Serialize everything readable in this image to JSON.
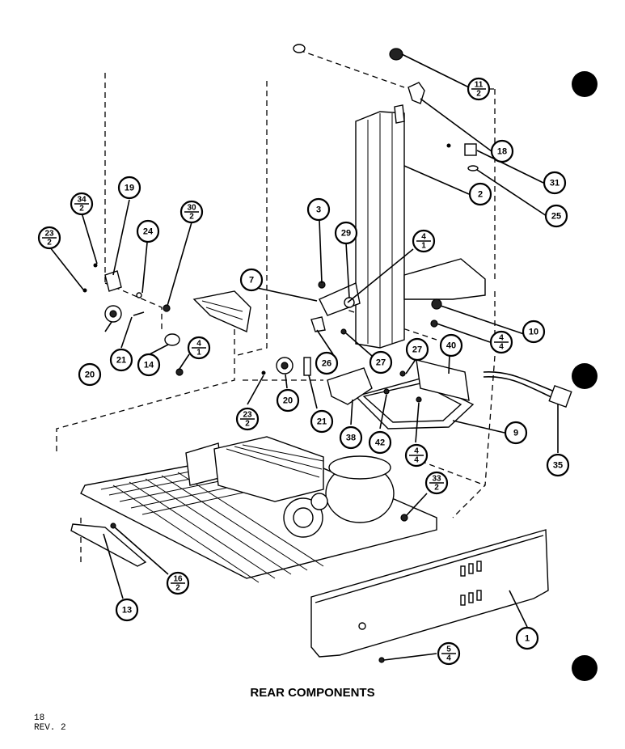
{
  "caption": "REAR COMPONENTS",
  "page_number": "18",
  "revision": "REV. 2",
  "callouts": [
    {
      "id": "c-11-2",
      "type": "frac",
      "top": "11",
      "bottom": "2"
    },
    {
      "id": "c-18",
      "type": "num",
      "label": "18"
    },
    {
      "id": "c-31",
      "type": "num",
      "label": "31"
    },
    {
      "id": "c-25",
      "type": "num",
      "label": "25"
    },
    {
      "id": "c-2",
      "type": "num",
      "label": "2"
    },
    {
      "id": "c-19",
      "type": "num",
      "label": "19"
    },
    {
      "id": "c-34-2",
      "type": "frac",
      "top": "34",
      "bottom": "2"
    },
    {
      "id": "c-30-2",
      "type": "frac",
      "top": "30",
      "bottom": "2"
    },
    {
      "id": "c-23-2a",
      "type": "frac",
      "top": "23",
      "bottom": "2"
    },
    {
      "id": "c-24",
      "type": "num",
      "label": "24"
    },
    {
      "id": "c-3",
      "type": "num",
      "label": "3"
    },
    {
      "id": "c-29",
      "type": "num",
      "label": "29"
    },
    {
      "id": "c-4-1a",
      "type": "frac",
      "top": "4",
      "bottom": "1"
    },
    {
      "id": "c-7",
      "type": "num",
      "label": "7"
    },
    {
      "id": "c-10",
      "type": "num",
      "label": "10"
    },
    {
      "id": "c-4-4a",
      "type": "frac",
      "top": "4",
      "bottom": "4"
    },
    {
      "id": "c-20a",
      "type": "num",
      "label": "20"
    },
    {
      "id": "c-21a",
      "type": "num",
      "label": "21"
    },
    {
      "id": "c-14",
      "type": "num",
      "label": "14"
    },
    {
      "id": "c-4-1b",
      "type": "frac",
      "top": "4",
      "bottom": "1"
    },
    {
      "id": "c-26",
      "type": "num",
      "label": "26"
    },
    {
      "id": "c-27a",
      "type": "num",
      "label": "27"
    },
    {
      "id": "c-27b",
      "type": "num",
      "label": "27"
    },
    {
      "id": "c-40",
      "type": "num",
      "label": "40"
    },
    {
      "id": "c-20b",
      "type": "num",
      "label": "20"
    },
    {
      "id": "c-23-2b",
      "type": "frac",
      "top": "23",
      "bottom": "2"
    },
    {
      "id": "c-21b",
      "type": "num",
      "label": "21"
    },
    {
      "id": "c-38",
      "type": "num",
      "label": "38"
    },
    {
      "id": "c-42",
      "type": "num",
      "label": "42"
    },
    {
      "id": "c-4-4b",
      "type": "frac",
      "top": "4",
      "bottom": "4"
    },
    {
      "id": "c-9",
      "type": "num",
      "label": "9"
    },
    {
      "id": "c-35",
      "type": "num",
      "label": "35"
    },
    {
      "id": "c-33-2",
      "type": "frac",
      "top": "33",
      "bottom": "2"
    },
    {
      "id": "c-16-2",
      "type": "frac",
      "top": "16",
      "bottom": "2"
    },
    {
      "id": "c-13",
      "type": "num",
      "label": "13"
    },
    {
      "id": "c-1",
      "type": "num",
      "label": "1"
    },
    {
      "id": "c-5-4",
      "type": "frac",
      "top": "5",
      "bottom": "4"
    }
  ]
}
